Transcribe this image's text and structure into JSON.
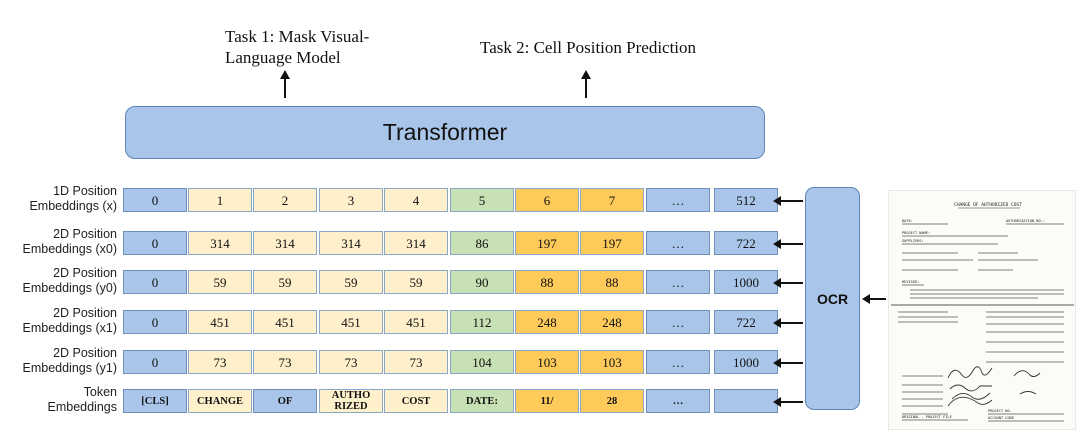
{
  "tasks": {
    "task1_line1": "Task 1: Mask Visual-",
    "task1_line2": "Language Model",
    "task2": "Task 2: Cell Position Prediction"
  },
  "transformer_label": "Transformer",
  "ocr_label": "OCR",
  "row_labels": [
    [
      "1D Position",
      "Embeddings (x)"
    ],
    [
      "2D Position",
      "Embeddings (x0)"
    ],
    [
      "2D Position",
      "Embeddings (y0)"
    ],
    [
      "2D Position",
      "Embeddings (x1)"
    ],
    [
      "2D Position",
      "Embeddings (y1)"
    ],
    [
      "Token",
      "Embeddings"
    ]
  ],
  "rows": [
    [
      "0",
      "1",
      "2",
      "3",
      "4",
      "5",
      "6",
      "7",
      "…",
      "512"
    ],
    [
      "0",
      "314",
      "314",
      "314",
      "314",
      "86",
      "197",
      "197",
      "…",
      "722"
    ],
    [
      "0",
      "59",
      "59",
      "59",
      "59",
      "90",
      "88",
      "88",
      "…",
      "1000"
    ],
    [
      "0",
      "451",
      "451",
      "451",
      "451",
      "112",
      "248",
      "248",
      "…",
      "722"
    ],
    [
      "0",
      "73",
      "73",
      "73",
      "73",
      "104",
      "103",
      "103",
      "…",
      "1000"
    ],
    [
      "[CLS]",
      "CHANGE",
      "OF",
      "AUTHO\nRIZED",
      "COST",
      "DATE:",
      "11/",
      "28",
      "…",
      ""
    ]
  ],
  "column_colors": [
    "blue",
    "cream",
    "cream",
    "cream",
    "cream",
    "green",
    "orange",
    "orange",
    "blue",
    "blue"
  ],
  "token_column_colors": [
    "blue",
    "cream",
    "blue",
    "cream",
    "cream",
    "green",
    "orange",
    "orange",
    "blue",
    "blue"
  ],
  "document": {
    "title": "CHANGE OF AUTHORIZED COST",
    "fields": [
      "DATE:",
      "AUTHORIZATION NO.:",
      "PROJECT NAME:",
      "SUPPLIERS:",
      "REVISED:",
      "ORIGINAL - PROJECT FILE",
      "PROJECT NO.",
      "ACCOUNT CODE"
    ]
  }
}
